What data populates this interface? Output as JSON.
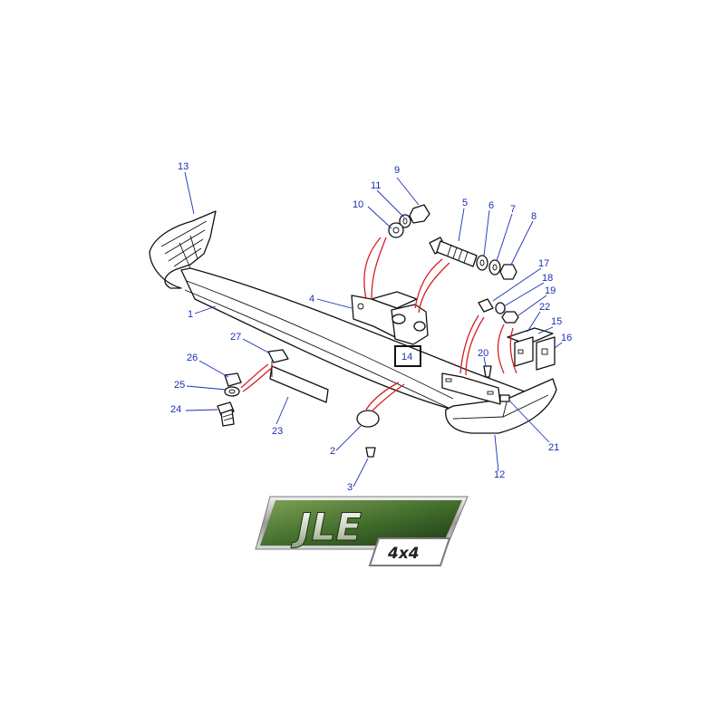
{
  "callouts": [
    "1",
    "2",
    "3",
    "4",
    "5",
    "6",
    "7",
    "8",
    "9",
    "10",
    "11",
    "12",
    "13",
    "14",
    "15",
    "16",
    "17",
    "18",
    "19",
    "20",
    "21",
    "22",
    "23",
    "24",
    "25",
    "26",
    "27"
  ],
  "logo": {
    "brand": "JLE",
    "sub": "4x4",
    "colors": {
      "panel_dark": "#2b4a1e",
      "panel_light": "#6b8f44",
      "frame": "#b9b9b9",
      "callout": "#1a2fb5",
      "leader_red": "#d81e1e"
    }
  }
}
